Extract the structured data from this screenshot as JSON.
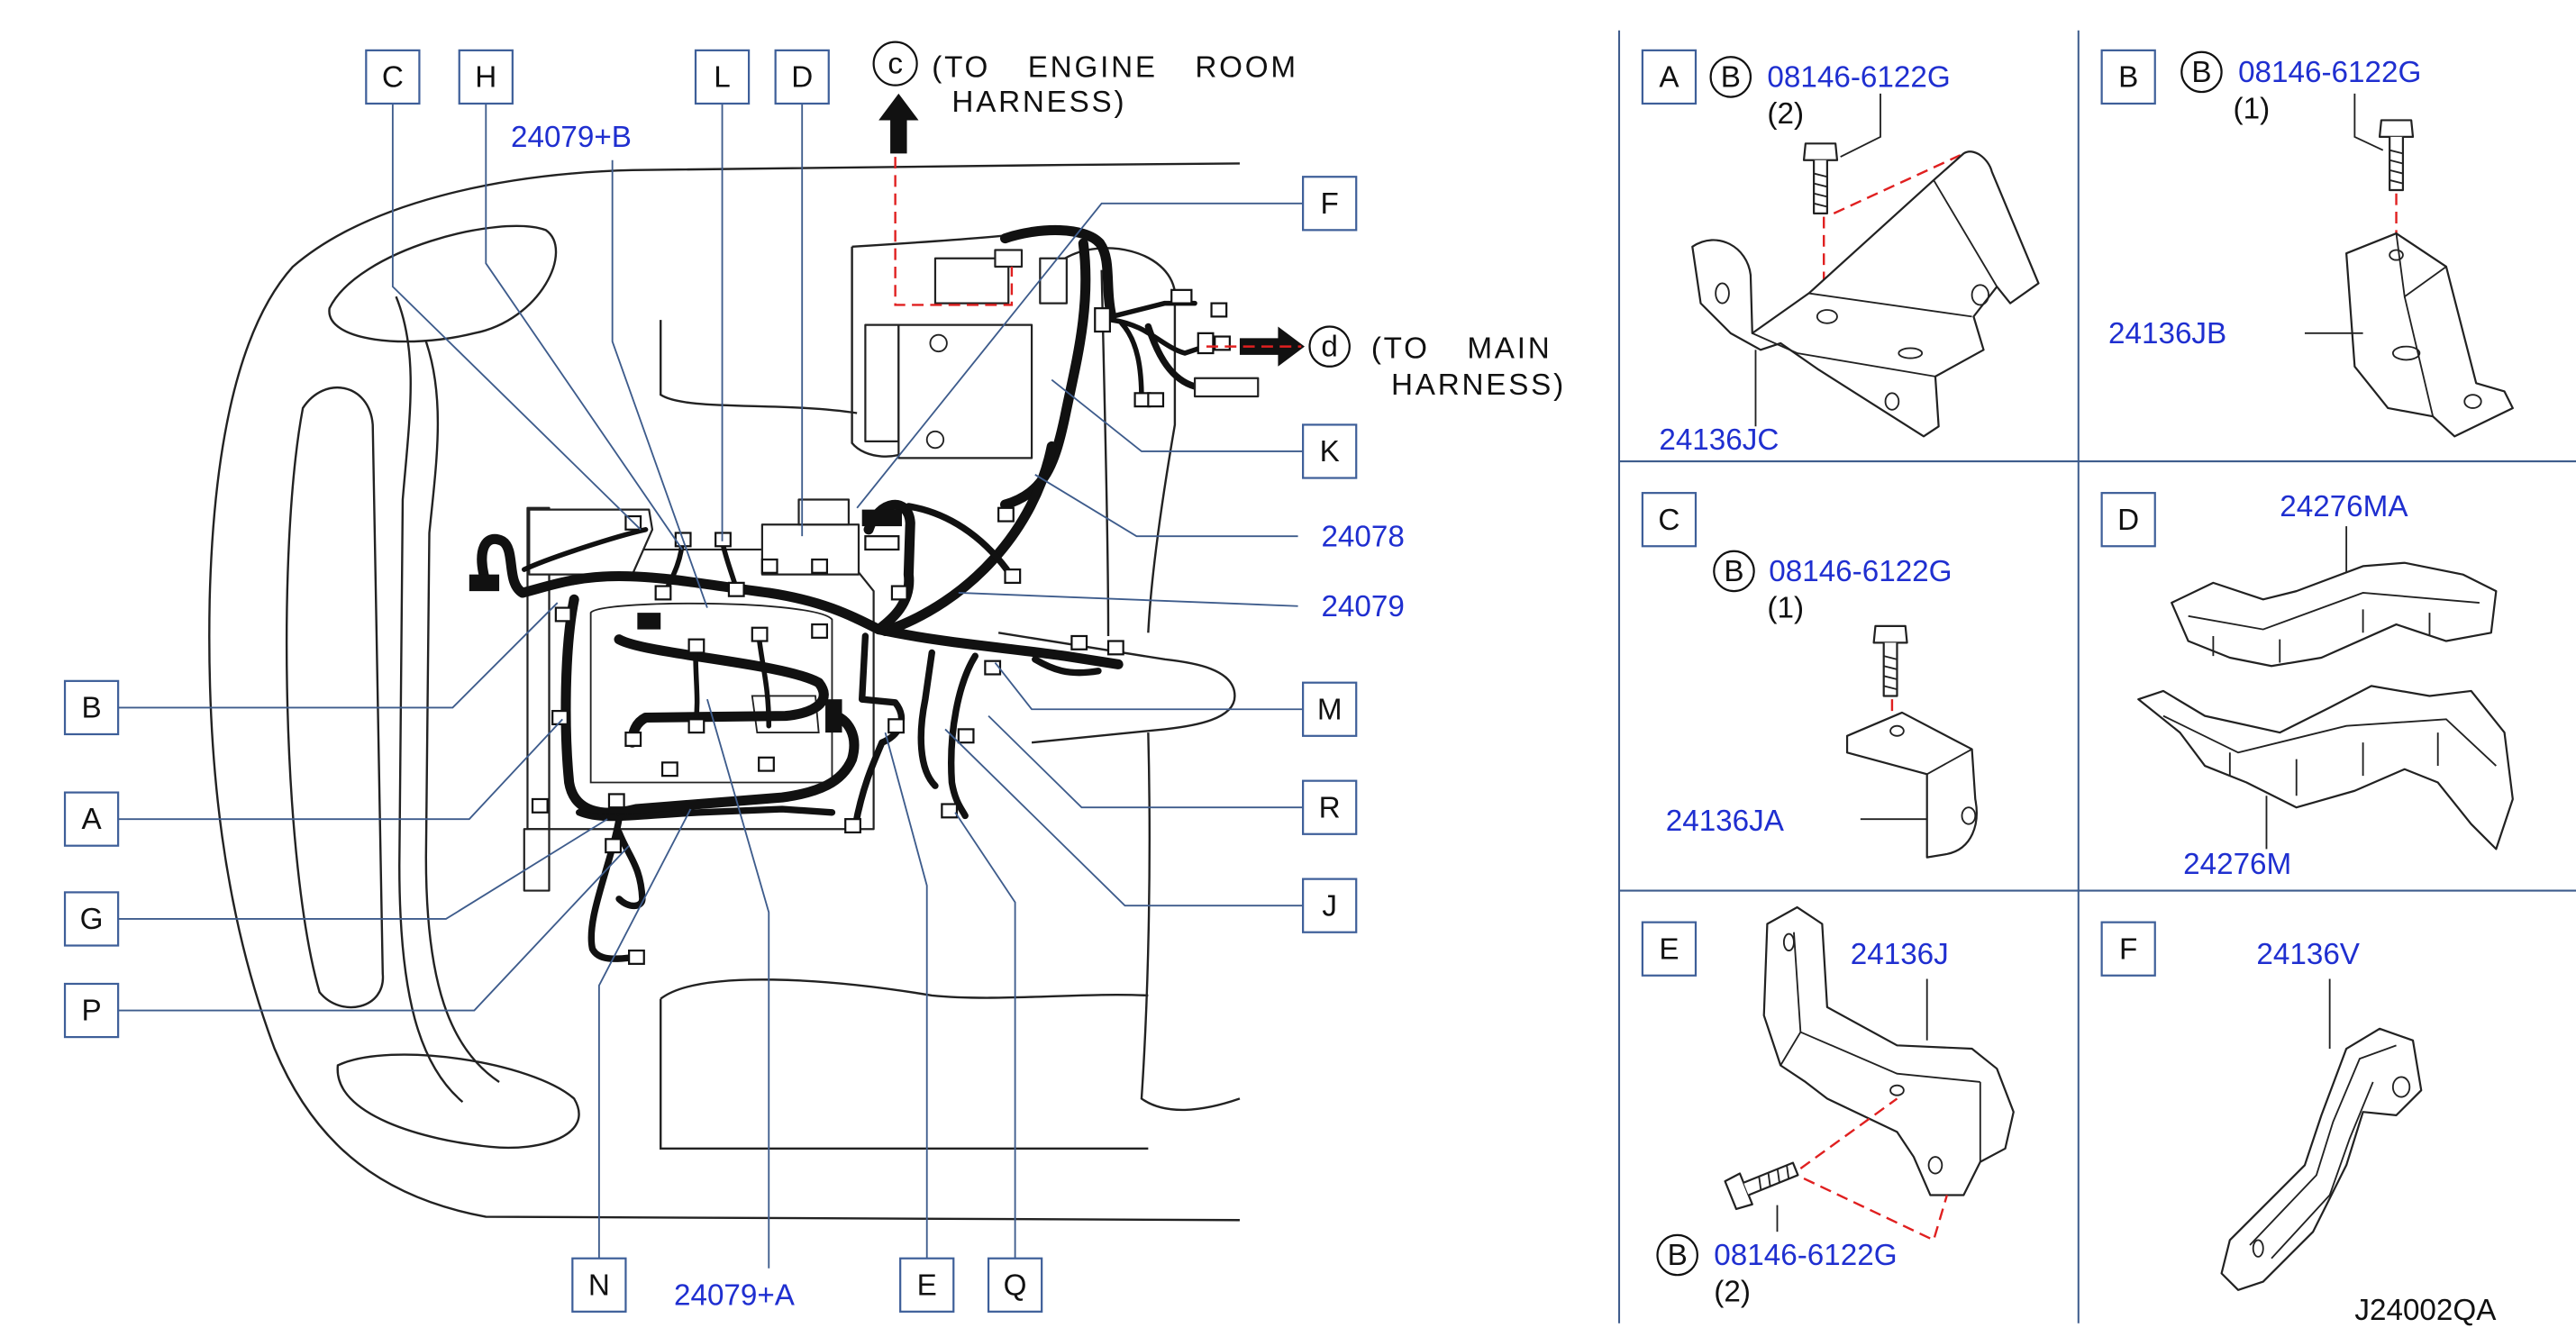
{
  "callouts": [
    {
      "letter": "C"
    },
    {
      "letter": "H"
    },
    {
      "letter": "L"
    },
    {
      "letter": "D"
    },
    {
      "letter": "F"
    },
    {
      "letter": "K"
    },
    {
      "letter": "M"
    },
    {
      "letter": "R"
    },
    {
      "letter": "J"
    },
    {
      "letter": "B"
    },
    {
      "letter": "A"
    },
    {
      "letter": "G"
    },
    {
      "letter": "P"
    },
    {
      "letter": "N"
    },
    {
      "letter": "E"
    },
    {
      "letter": "Q"
    }
  ],
  "harness_parts": {
    "p1": "24079+B",
    "p2": "24078",
    "p3": "24079",
    "p4": "24079+A"
  },
  "connections": {
    "engine_room": {
      "mark": "c",
      "line1": "(TO ENGINE ROOM",
      "line2": "HARNESS)"
    },
    "main": {
      "mark": "d",
      "line1": "(TO MAIN",
      "line2": "HARNESS)"
    }
  },
  "detail_panels": [
    {
      "letter": "A",
      "bolt_mark": "B",
      "bolt_part": "08146-6122G",
      "bolt_qty": "(2)",
      "part": "24136JC"
    },
    {
      "letter": "B",
      "bolt_mark": "B",
      "bolt_part": "08146-6122G",
      "bolt_qty": "(1)",
      "part": "24136JB"
    },
    {
      "letter": "C",
      "bolt_mark": "B",
      "bolt_part": "08146-6122G",
      "bolt_qty": "(1)",
      "part": "24136JA"
    },
    {
      "letter": "D",
      "parts": [
        "24276MA",
        "24276M"
      ]
    },
    {
      "letter": "E",
      "part": "24136J",
      "bolt_mark": "B",
      "bolt_part": "08146-6122G",
      "bolt_qty": "(2)"
    },
    {
      "letter": "F",
      "part": "24136V"
    }
  ],
  "drawing_id": "J24002QA",
  "colors": {
    "part_number": "#1f2fd0",
    "callout_border": "#3e5f99",
    "leader": "#3e5c8c",
    "dashed": "#e02020",
    "harness": "#111111"
  }
}
